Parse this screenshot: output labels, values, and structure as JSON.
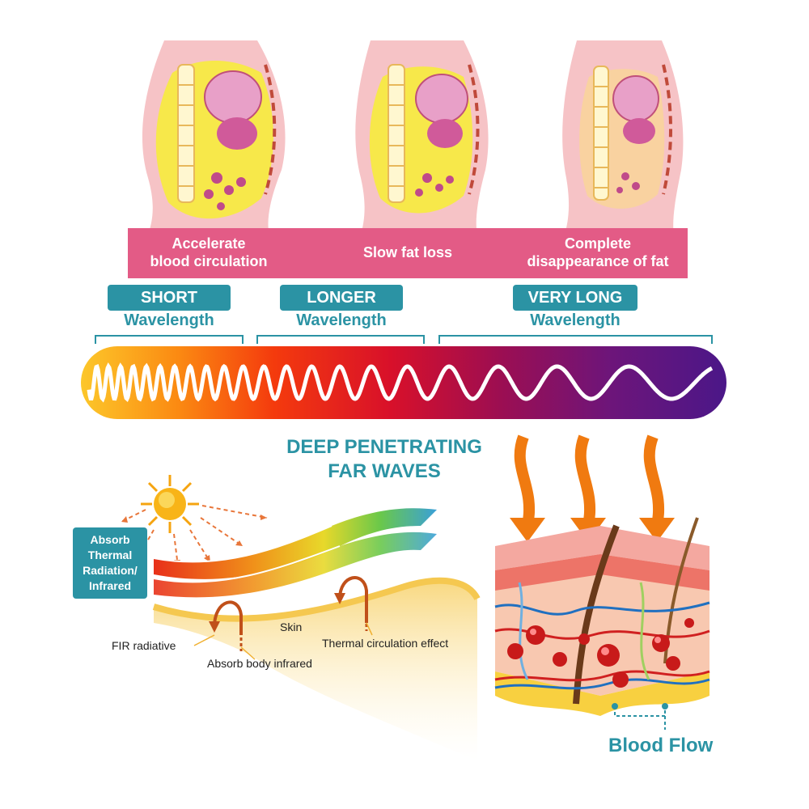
{
  "stages": [
    {
      "label_line1": "Accelerate",
      "label_line2": "blood circulation"
    },
    {
      "label_line1": "Slow fat loss",
      "label_line2": ""
    },
    {
      "label_line1": "Complete",
      "label_line2": "disappearance of fat"
    }
  ],
  "wavelengths": [
    {
      "name": "SHORT",
      "sub": "Wavelength"
    },
    {
      "name": "LONGER",
      "sub": "Wavelength"
    },
    {
      "name": "VERY LONG",
      "sub": "Wavelength"
    }
  ],
  "deep_title": {
    "line1": "DEEP PENETRATING",
    "line2": "FAR WAVES"
  },
  "absorb_box": {
    "line1": "Absorb",
    "line2": "Thermal",
    "line3": "Radiation/",
    "line4": "Infrared"
  },
  "labels": {
    "skin": "Skin",
    "fir_radiative": "FIR radiative",
    "thermal_circulation": "Thermal circulation effect",
    "absorb_body_infrared": "Absorb body infrared",
    "blood_flow": "Blood Flow"
  },
  "colors": {
    "accent": "#2b93a4",
    "pink": "#e35b86",
    "fat_yellow": "#f7e84a",
    "skin_pink": "#f6c3c6"
  },
  "icons": {
    "sun": "sun-icon",
    "arrow": "heat-arrow-icon"
  }
}
